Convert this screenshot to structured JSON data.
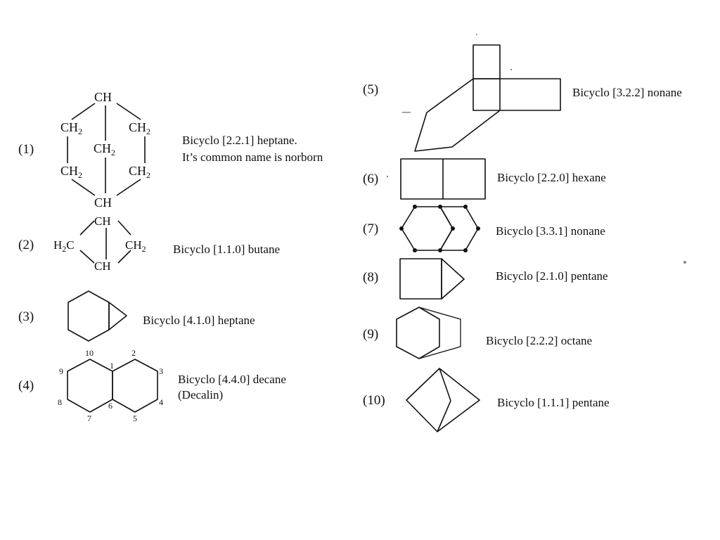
{
  "items": [
    {
      "number": "(1)",
      "name": "Bicyclo [2.2.1] heptane.",
      "note": "It’s common name is norborn"
    },
    {
      "number": "(2)",
      "name": "Bicyclo [1.1.0] butane"
    },
    {
      "number": "(3)",
      "name": "Bicyclo [4.1.0] heptane"
    },
    {
      "number": "(4)",
      "name": "Bicyclo [4.4.0] decane",
      "note": "(Decalin)"
    },
    {
      "number": "(5)",
      "name": "Bicyclo [3.2.2] nonane"
    },
    {
      "number": "(6)",
      "name": "Bicyclo [2.2.0] hexane"
    },
    {
      "number": "(7)",
      "name": "Bicyclo [3.3.1] nonane"
    },
    {
      "number": "(8)",
      "name": "Bicyclo [2.1.0] pentane"
    },
    {
      "number": "(9)",
      "name": "Bicyclo [2.2.2] octane"
    },
    {
      "number": "(10)",
      "name": "Bicyclo [1.1.1] pentane"
    }
  ],
  "atoms": {
    "norbornane": {
      "top": "CH",
      "bottom": "CH",
      "upper_left": "CH",
      "upper_right": "CH",
      "bridge": "CH",
      "lower_left": "CH",
      "lower_right": "CH",
      "subscript": "2"
    },
    "bicyclobutane": {
      "top": "CH",
      "bottom": "CH",
      "left": "H",
      "left_tail": "C",
      "right": "CH",
      "subscript": "2"
    }
  },
  "decalin_positions": [
    "1",
    "2",
    "3",
    "4",
    "5",
    "6",
    "7",
    "8",
    "9",
    "10"
  ]
}
